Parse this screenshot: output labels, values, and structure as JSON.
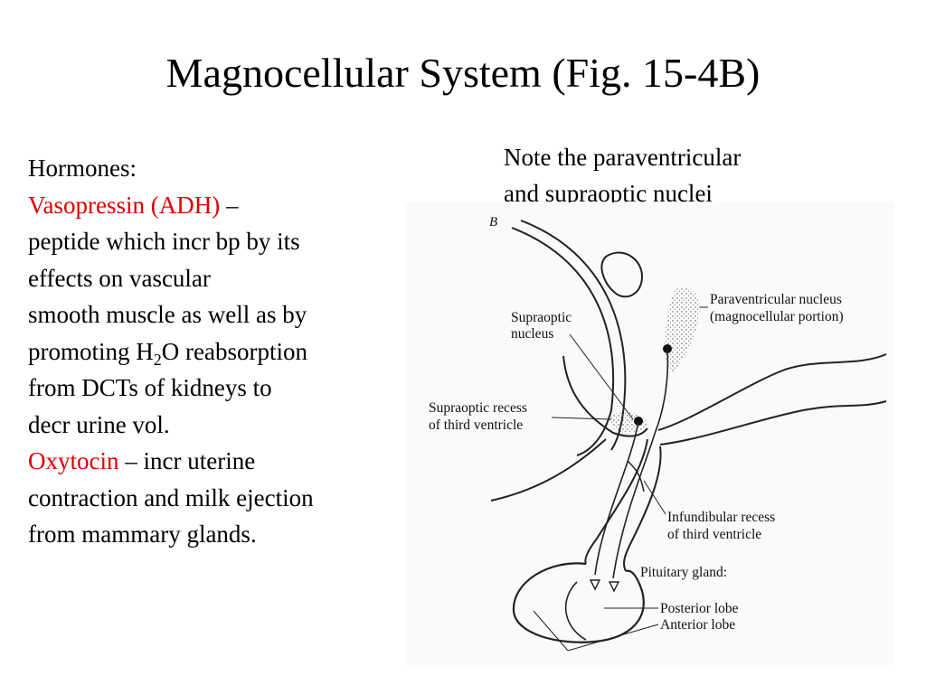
{
  "slide": {
    "title": "Magnocellular System (Fig. 15-4B)"
  },
  "left_text": {
    "hormones_heading": "Hormones:",
    "vasopressin_name": "Vasopressin (ADH)",
    "dash": " –",
    "vasopressin_lines": [
      " peptide which incr bp by its",
      "effects on vascular",
      "smooth muscle as well as by"
    ],
    "promoting_prefix": "promoting H",
    "subscript_2": "2",
    "promoting_suffix": "O reabsorption",
    "vasopressin_lines_2": [
      "from DCTs of kidneys to",
      "decr urine vol."
    ],
    "oxytocin_name": "Oxytocin",
    "oxytocin_rest": " – incr uterine",
    "oxytocin_lines": [
      "contraction and milk ejection",
      "from mammary glands."
    ]
  },
  "note": {
    "lines": [
      "Note the paraventricular",
      "and supraoptic nuclei"
    ]
  },
  "figure": {
    "letter": "B",
    "labels": {
      "paraventricular_1": "Paraventricular nucleus",
      "paraventricular_2": "(magnocellular portion)",
      "supraoptic_nucleus_1": "Supraoptic",
      "supraoptic_nucleus_2": "nucleus",
      "supraoptic_recess_1": "Supraoptic recess",
      "supraoptic_recess_2": "of third ventricle",
      "infundibular_recess_1": "Infundibular recess",
      "infundibular_recess_2": "of third ventricle",
      "pituitary_gland": "Pituitary gland:",
      "posterior_lobe": "Posterior lobe",
      "anterior_lobe": "Anterior lobe"
    }
  },
  "colors": {
    "text": "#000000",
    "hormone_name": "#e00000",
    "background": "#ffffff"
  }
}
